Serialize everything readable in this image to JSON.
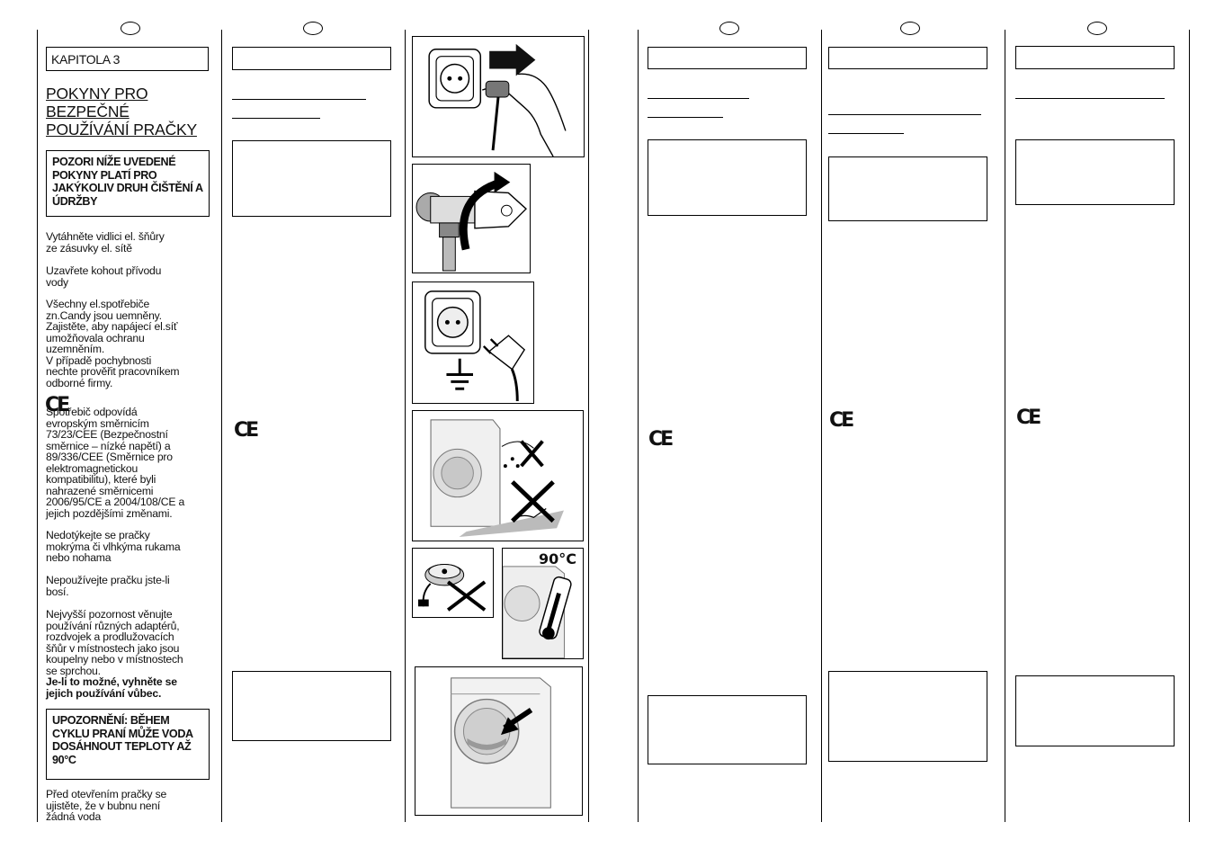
{
  "chapter_label": "KAPITOLA 3",
  "title_lines": [
    "POKYNY PRO",
    "BEZPEČNÉ",
    "POUŽÍVÁNÍ PRAČKY"
  ],
  "warning_box": "POZORI NÍŽE UVEDENÉ POKYNY PLATÍ PRO JAKÝKOLIV DRUH ČIŠTĚNÍ A ÚDRŽBY",
  "paragraphs": {
    "p1": "    Vytáhněte vidlici el. šňůry\nze zásuvky el. sítě",
    "p2": "    Uzavřete kohout přívodu\nvody",
    "p3": "    Všechny el.spotřebiče\nzn.Candy jsou uemněny.\nZajistěte, aby napájecí el.síť\numožňovala ochranu\nuzemněním.\nV případě pochybnosti\nnechte prověřit pracovníkem\nodborné firmy.",
    "p4": "       Spotřebič odpovídá\nevropským směrnicím\n73/23/CEE (Bezpečnostní\nsměrnice – nízké napětí) a\n89/336/CEE (Směrnice pro\nelektromagnetickou\nkompatibilitu), které byli\nnahrazené směrnicemi\n2006/95/CE a 2004/108/CE a\njejich pozdějšími změnami.",
    "p5": "    Nedotýkejte se pračky\nmokrýma či vlhkýma rukama\nnebo nohama",
    "p6": "    Nepoužívejte pračku jste-li\nbosí.",
    "p7": "    Nejvyšší pozornost věnujte\npoužívání různých adaptérů,\nrozdvojek a prodlužovacích\nšňůr v místnostech jako jsou\nkoupelny nebo v místnostech\nse sprchou.",
    "p7_bold": "Je-li to možné, vyhněte se\njejich používání vůbec.",
    "p8": "    Před otevřením pračky se\nujistěte, že v bubnu není\nžádná voda"
  },
  "warning_box_2": "UPOZORNĚNÍ: BĚHEM CYKLU PRANÍ MŮŽE VODA DOSÁHNOUT TEPLOTY AŽ 90°C",
  "ce_mark": "CE",
  "temperature_label": "90°C",
  "icons": [
    "plug-unplug",
    "water-tap-close",
    "earthed-socket",
    "no-wet-hands",
    "no-adapter",
    "thermometer-90",
    "door-water-check"
  ]
}
